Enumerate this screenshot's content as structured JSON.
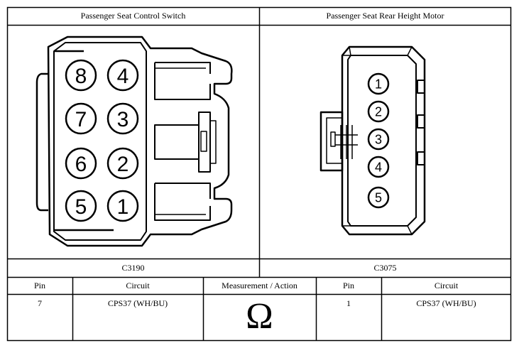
{
  "connectors": {
    "left": {
      "title": "Passenger Seat Control Switch",
      "id": "C3190",
      "pins": [
        "1",
        "2",
        "3",
        "4",
        "5",
        "6",
        "7",
        "8"
      ]
    },
    "right": {
      "title": "Passenger Seat Rear Height Motor",
      "id": "C3075",
      "pins": [
        "1",
        "2",
        "3",
        "4",
        "5"
      ]
    }
  },
  "table": {
    "headers": [
      "Pin",
      "Circuit",
      "Measurement / Action",
      "Pin",
      "Circuit"
    ],
    "row": {
      "pin_a": "7",
      "circuit_a": "CPS37 (WH/BU)",
      "measurement_symbol": "Ω",
      "pin_b": "1",
      "circuit_b": "CPS37 (WH/BU)"
    }
  }
}
